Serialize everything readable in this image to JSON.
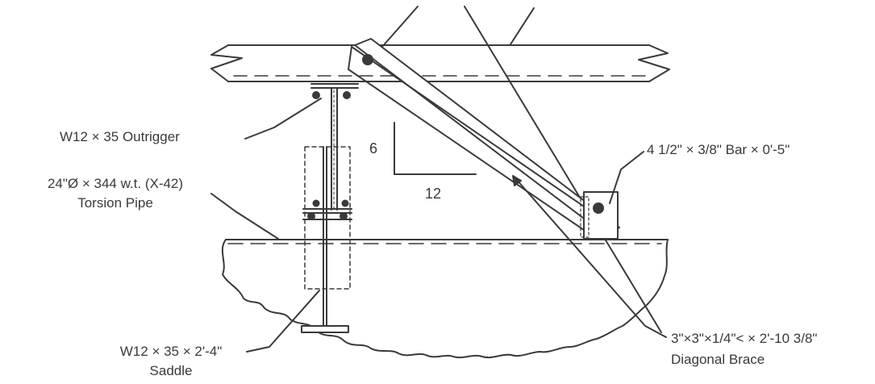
{
  "labels": {
    "outrigger": "W12 × 35 Outrigger",
    "pipe_line1": "24\"Ø × 344 w.t. (X-42)",
    "pipe_line2": "Torsion Pipe",
    "saddle_line1": "W12 × 35 × 2'-4\"",
    "saddle_line2": "Saddle",
    "bar": "4 1/2\" × 3/8\" Bar × 0'-5\"",
    "brace_line1": "3\"×3\"×1/4\"< × 2'-10 3/8\"",
    "brace_line2": "Diagonal Brace",
    "slope_rise": "6",
    "slope_run": "12"
  },
  "colors": {
    "ink": "#3a3a3a",
    "background": "#ffffff"
  }
}
